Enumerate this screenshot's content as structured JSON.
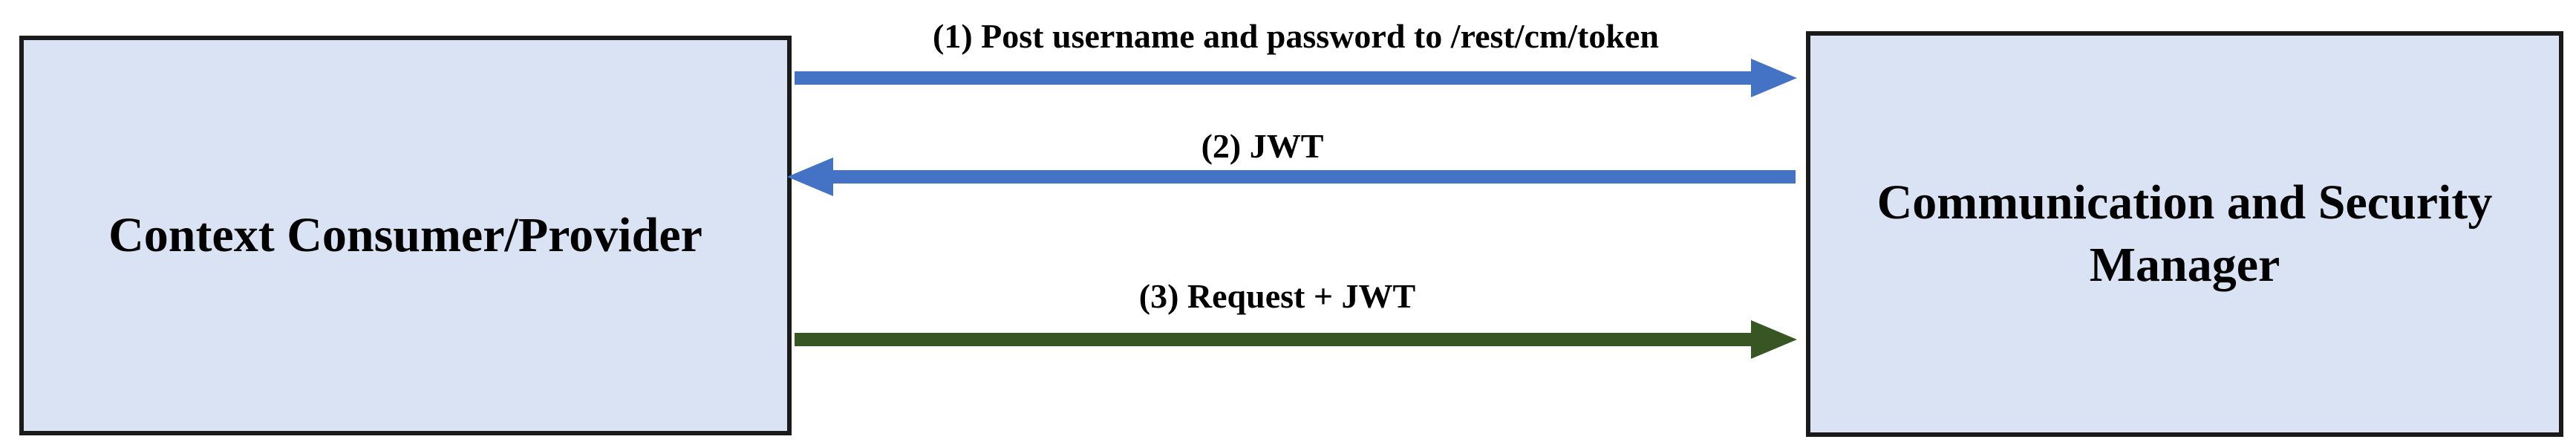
{
  "diagram": {
    "left_box": {
      "label": "Context Consumer/Provider"
    },
    "right_box": {
      "label": "Communication and Security\nManager"
    },
    "arrows": [
      {
        "step": 1,
        "label": "(1) Post username and password to /rest/cm/token",
        "direction": "left-to-right",
        "color": "#4472c4"
      },
      {
        "step": 2,
        "label": "(2) JWT",
        "direction": "right-to-left",
        "color": "#4472c4"
      },
      {
        "step": 3,
        "label": "(3) Request + JWT",
        "direction": "left-to-right",
        "color": "#375623"
      }
    ]
  }
}
